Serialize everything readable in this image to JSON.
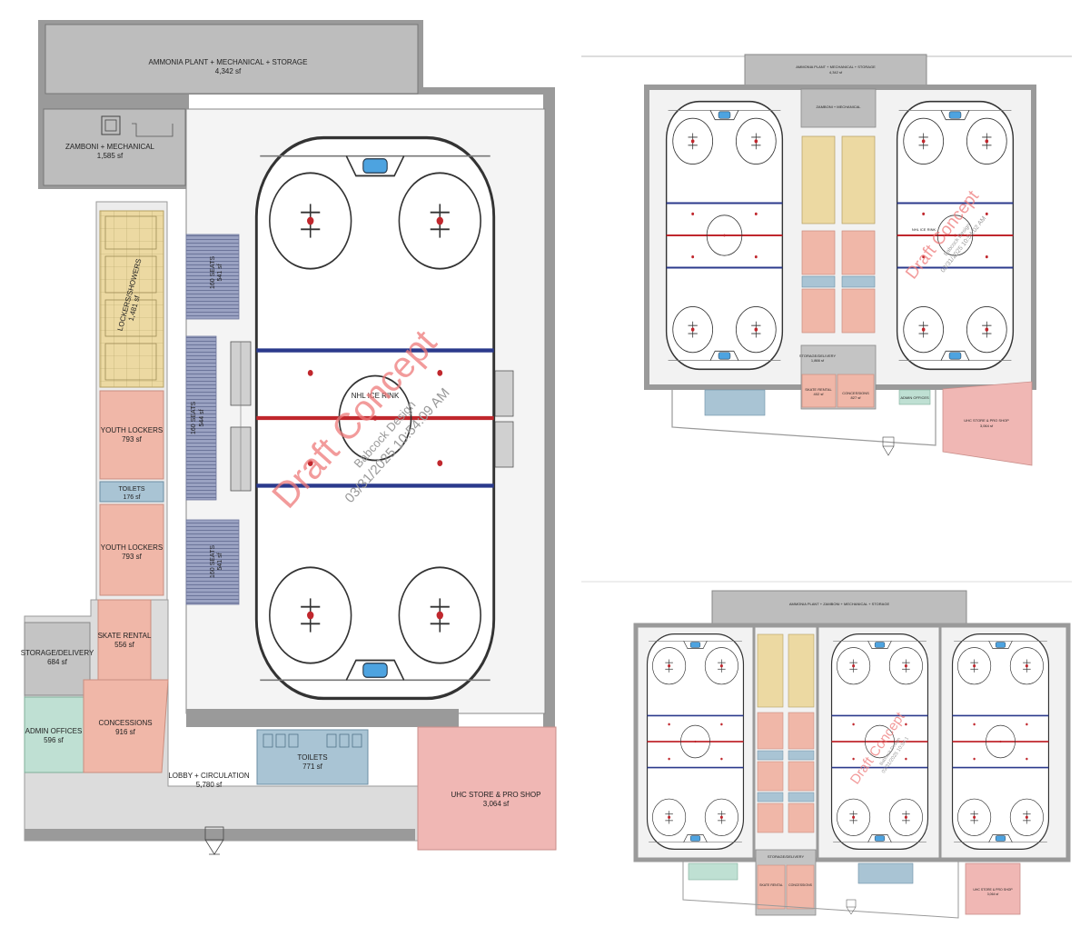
{
  "main_plan": {
    "rooms": {
      "ammonia": {
        "name": "AMMONIA PLANT + MECHANICAL + STORAGE",
        "area": "4,342 sf"
      },
      "zamboni": {
        "name": "ZAMBONI + MECHANICAL",
        "area": "1,585 sf"
      },
      "lockers_showers": {
        "name": "LOCKERS/SHOWERS",
        "area": "1,481 sf"
      },
      "youth_lockers_1": {
        "name": "YOUTH LOCKERS",
        "area": "793 sf"
      },
      "toilets_small": {
        "name": "TOILETS",
        "area": "176 sf"
      },
      "youth_lockers_2": {
        "name": "YOUTH LOCKERS",
        "area": "793 sf"
      },
      "skate_rental": {
        "name": "SKATE RENTAL",
        "area": "556 sf"
      },
      "storage_delivery": {
        "name": "STORAGE/DELIVERY",
        "area": "684 sf"
      },
      "admin_offices": {
        "name": "ADMIN OFFICES",
        "area": "596 sf"
      },
      "concessions": {
        "name": "CONCESSIONS",
        "area": "916 sf"
      },
      "lobby": {
        "name": "LOBBY + CIRCULATION",
        "area": "5,780 sf"
      },
      "toilets_lobby": {
        "name": "TOILETS",
        "area": "771 sf"
      },
      "store": {
        "name": "UHC STORE & PRO SHOP",
        "area": "3,064 sf"
      },
      "seats_top": {
        "name": "160 SEATS",
        "area": "541 sf"
      },
      "seats_mid": {
        "name": "160 SEATS",
        "area": "544 sf"
      },
      "seats_bot": {
        "name": "160 SEATS",
        "area": "541 sf"
      }
    },
    "rink_label": "NHL ICE RINK",
    "watermark": {
      "title": "Draft Concept",
      "author": "Babcock Design",
      "date": "03/31/2025 10:54:09 AM"
    }
  },
  "two_rink_plan": {
    "rooms": {
      "ammonia": {
        "name": "AMMONIA PLANT + MECHANICAL + STORAGE",
        "area": "4,342 sf"
      },
      "zamboni": {
        "name": "ZAMBONI + MECHANICAL"
      },
      "storage_delivery": {
        "name": "STORAGE/DELIVERY",
        "area": "1,866 sf"
      },
      "skate_rental": {
        "name": "SKATE RENTAL",
        "area": "402 sf"
      },
      "concessions": {
        "name": "CONCESSIONS",
        "area": "827 sf"
      },
      "admin_offices": {
        "name": "ADMIN OFFICES"
      },
      "store": {
        "name": "UHC STORE & PRO SHOP",
        "area": "3,064 sf"
      }
    },
    "rink_label": "NHL ICE RINK",
    "watermark": {
      "title": "Draft Concept",
      "author": "Babcock Design",
      "date": "03/31/2025 10:54:02 AM"
    }
  },
  "three_rink_plan": {
    "rooms": {
      "ammonia": {
        "name": "AMMONIA PLANT + ZAMBONI + MECHANICAL + STORAGE"
      },
      "storage_delivery": {
        "name": "STORAGE/DELIVERY"
      },
      "skate_rental": {
        "name": "SKATE RENTAL"
      },
      "concessions": {
        "name": "CONCESSIONS"
      },
      "store": {
        "name": "UHC STORE & PRO SHOP",
        "area": "3,064 sf"
      }
    },
    "watermark": {
      "title": "Draft Concept",
      "author": "Babcock Design",
      "date": "03/31/2025 10:54:1"
    }
  }
}
